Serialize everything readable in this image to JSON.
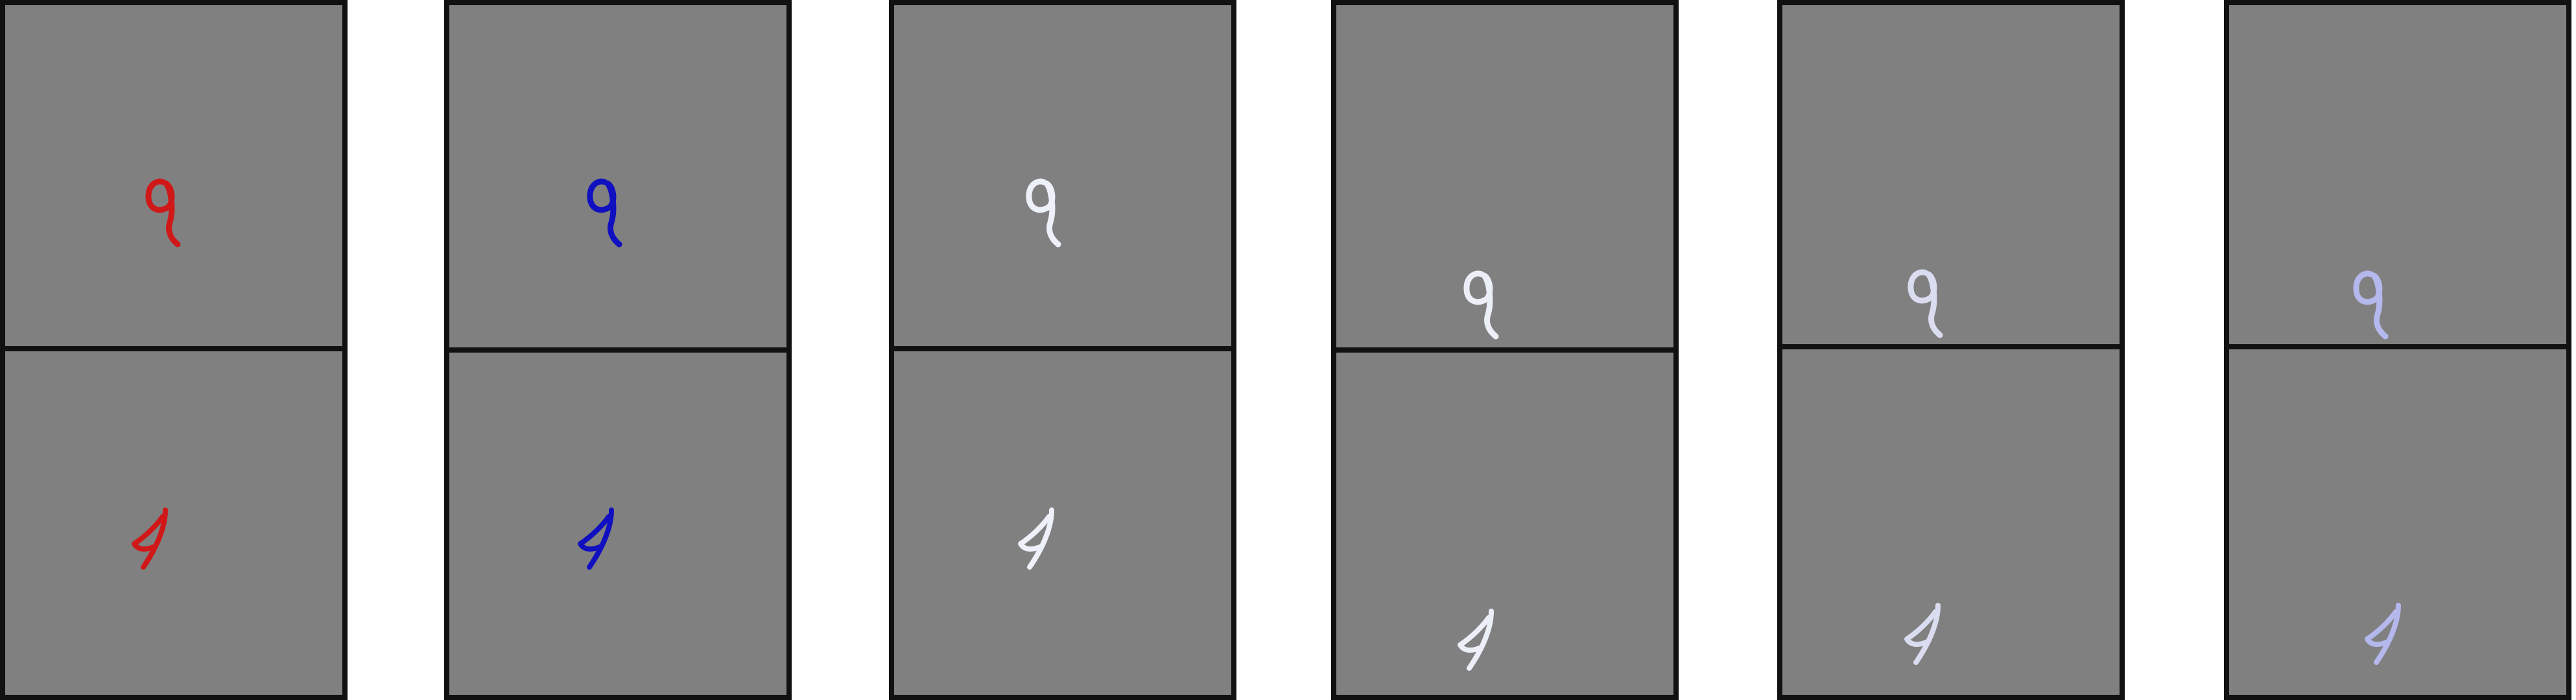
{
  "panels": [
    {
      "color": "#d01818",
      "top_digit": "9",
      "bottom_digit": "4"
    },
    {
      "color": "#1010c0",
      "top_digit": "9",
      "bottom_digit": "4"
    },
    {
      "color": "#eef0fa",
      "top_digit": "9",
      "bottom_digit": "4"
    },
    {
      "color": "#eceef8",
      "top_digit": "9",
      "bottom_digit": "4"
    },
    {
      "color": "#dadcf0",
      "top_digit": "9",
      "bottom_digit": "4"
    },
    {
      "color": "#b4b8ec",
      "top_digit": "9",
      "bottom_digit": "4"
    }
  ],
  "background_color": "#808080",
  "border_color": "#111111"
}
